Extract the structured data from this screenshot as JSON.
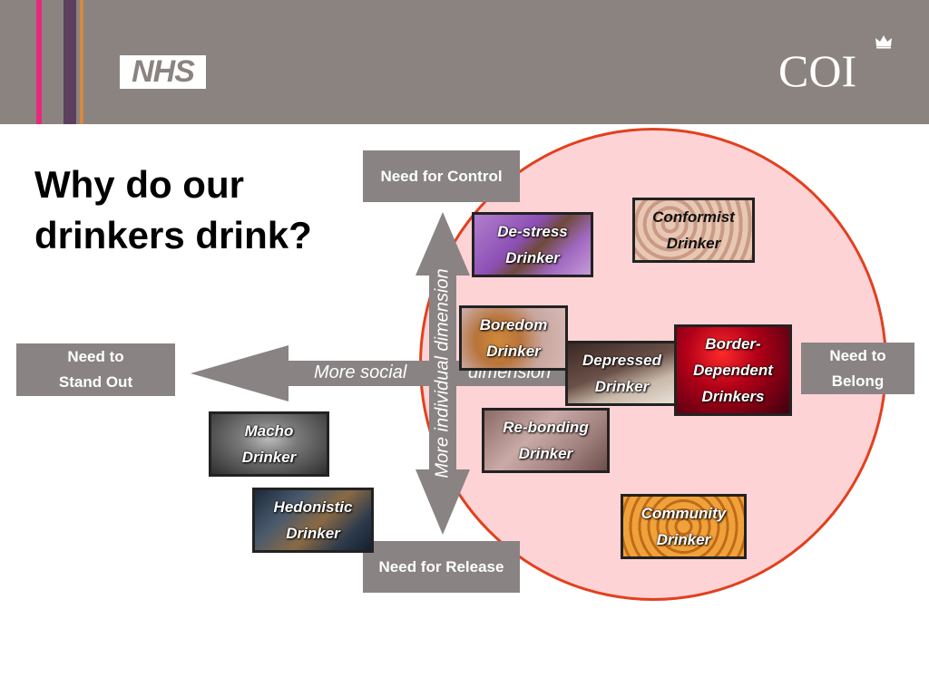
{
  "header": {
    "nhs_logo": "NHS",
    "coi_logo": "COI",
    "background": "#8b8380",
    "stripe_colors": [
      "#e8287c",
      "#5c3f5f",
      "#d58a43"
    ]
  },
  "title": "Why do our drinkers drink?",
  "needs": {
    "control": "Need for Control",
    "release": "Need for Release",
    "stand_out": "Need to\nStand Out",
    "belong": "Need to\nBelong"
  },
  "dimensions": {
    "social": "More social",
    "social_suffix": "dimension",
    "individual": "More individual dimension"
  },
  "drinkers": {
    "de_stress": "De-stress\nDrinker",
    "conformist": "Conformist\nDrinker",
    "boredom": "Boredom\nDrinker",
    "depressed": "Depressed\nDrinker",
    "border_dependent": "Border-\nDependent\nDrinkers",
    "re_bonding": "Re-bonding\nDrinker",
    "macho": "Macho\nDrinker",
    "hedonistic": "Hedonistic\nDrinker",
    "community": "Community\nDrinker"
  },
  "colors": {
    "circle_fill": "#fdd3d6",
    "circle_border": "#e2401e",
    "box_gray": "#898383"
  }
}
